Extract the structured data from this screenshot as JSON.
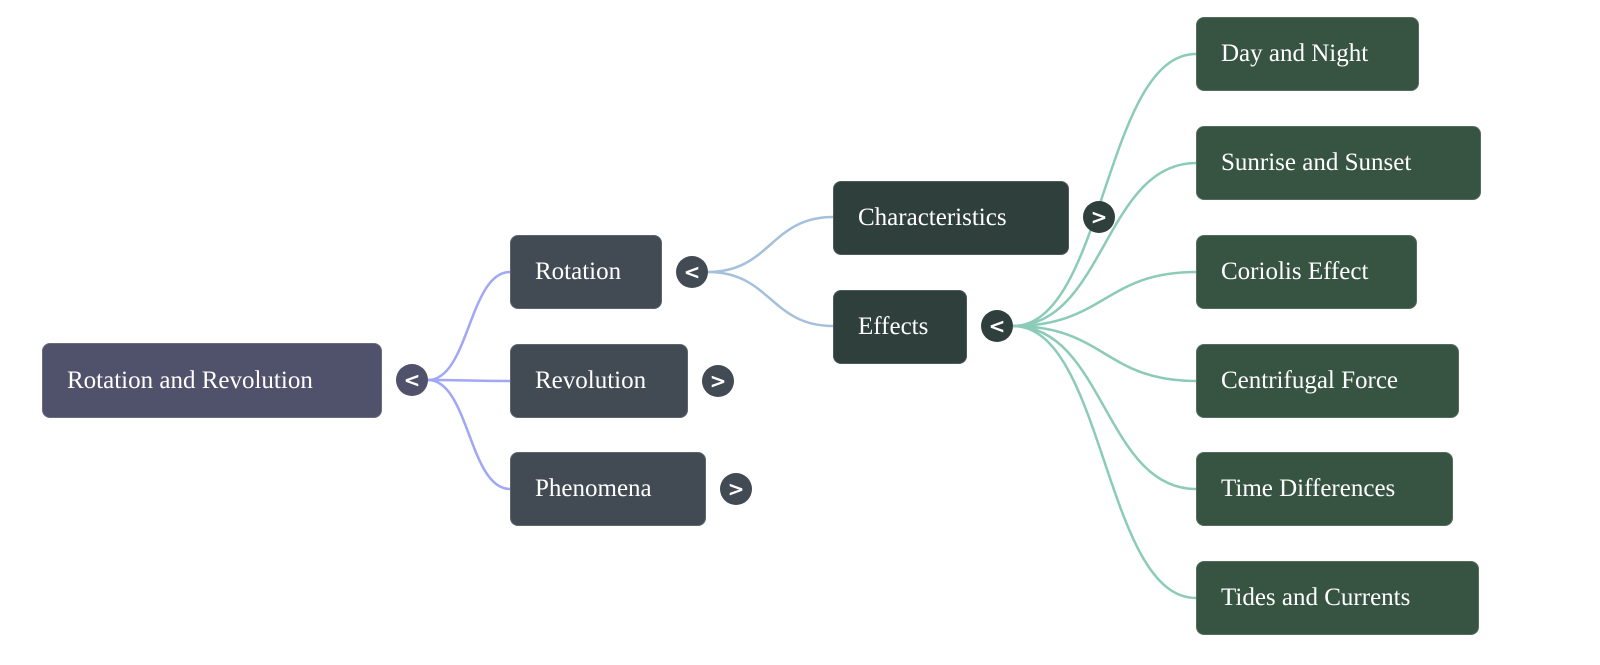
{
  "mindmap": {
    "root": {
      "label": "Rotation and Revolution",
      "toggle": "<",
      "expanded": true
    },
    "level1": [
      {
        "label": "Rotation",
        "toggle": "<",
        "expanded": true
      },
      {
        "label": "Revolution",
        "toggle": ">",
        "expanded": false
      },
      {
        "label": "Phenomena",
        "toggle": ">",
        "expanded": false
      }
    ],
    "level2": [
      {
        "label": "Characteristics",
        "toggle": ">",
        "expanded": false
      },
      {
        "label": "Effects",
        "toggle": "<",
        "expanded": true
      }
    ],
    "level3": [
      {
        "label": "Day and Night"
      },
      {
        "label": "Sunrise and Sunset"
      },
      {
        "label": "Coriolis Effect"
      },
      {
        "label": "Centrifugal Force"
      },
      {
        "label": "Time Differences"
      },
      {
        "label": "Tides and Currents"
      }
    ]
  },
  "colors": {
    "root_node": "#50516a",
    "level1_node": "#424a54",
    "level2_node": "#2f3f3c",
    "level3_node": "#375442",
    "edge_root_level1": "#a0a8f5",
    "edge_level1_level2": "#a4c0dc",
    "edge_level2_level3": "#8bcbb8"
  }
}
